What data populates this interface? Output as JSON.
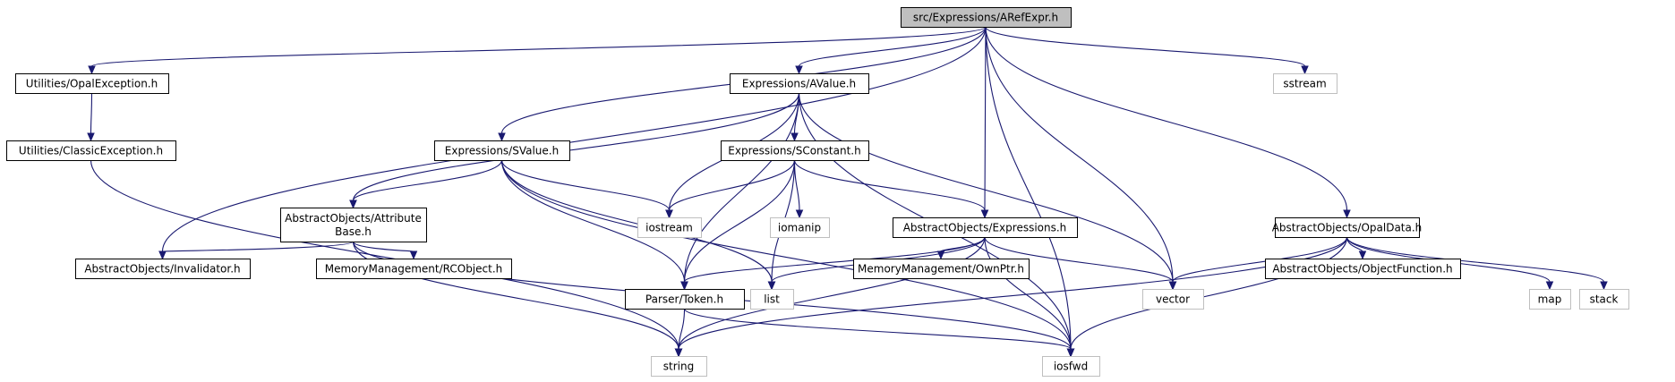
{
  "colors": {
    "edge": "#191970",
    "root_fill": "#bfbfbf",
    "node_border": "#000000",
    "system_border": "#bfbfbf"
  },
  "nodes": [
    {
      "id": "root",
      "kind": "root",
      "lines": [
        "src/Expressions/ARefExpr.h"
      ]
    },
    {
      "id": "opalexc",
      "kind": "local",
      "lines": [
        "Utilities/OpalException.h"
      ]
    },
    {
      "id": "classicexc",
      "kind": "local",
      "lines": [
        "Utilities/ClassicException.h"
      ]
    },
    {
      "id": "avalue",
      "kind": "local",
      "lines": [
        "Expressions/AValue.h"
      ]
    },
    {
      "id": "svalue",
      "kind": "local",
      "lines": [
        "Expressions/SValue.h"
      ]
    },
    {
      "id": "sconstant",
      "kind": "local",
      "lines": [
        "Expressions/SConstant.h"
      ]
    },
    {
      "id": "attrbase",
      "kind": "local",
      "lines": [
        "AbstractObjects/Attribute",
        "Base.h"
      ]
    },
    {
      "id": "invalidator",
      "kind": "local",
      "lines": [
        "AbstractObjects/Invalidator.h"
      ]
    },
    {
      "id": "rcobject",
      "kind": "local",
      "lines": [
        "MemoryManagement/RCObject.h"
      ]
    },
    {
      "id": "token",
      "kind": "local",
      "lines": [
        "Parser/Token.h"
      ]
    },
    {
      "id": "expressions",
      "kind": "local",
      "lines": [
        "AbstractObjects/Expressions.h"
      ]
    },
    {
      "id": "ownptr",
      "kind": "local",
      "lines": [
        "MemoryManagement/OwnPtr.h"
      ]
    },
    {
      "id": "opaldata",
      "kind": "local",
      "lines": [
        "AbstractObjects/OpalData.h"
      ]
    },
    {
      "id": "objfunc",
      "kind": "local",
      "lines": [
        "AbstractObjects/ObjectFunction.h"
      ]
    },
    {
      "id": "sstream",
      "kind": "system",
      "lines": [
        "sstream"
      ]
    },
    {
      "id": "iostream",
      "kind": "system",
      "lines": [
        "iostream"
      ]
    },
    {
      "id": "iomanip",
      "kind": "system",
      "lines": [
        "iomanip"
      ]
    },
    {
      "id": "list",
      "kind": "system",
      "lines": [
        "list"
      ]
    },
    {
      "id": "vector",
      "kind": "system",
      "lines": [
        "vector"
      ]
    },
    {
      "id": "map",
      "kind": "system",
      "lines": [
        "map"
      ]
    },
    {
      "id": "stack",
      "kind": "system",
      "lines": [
        "stack"
      ]
    },
    {
      "id": "string",
      "kind": "system",
      "lines": [
        "string"
      ]
    },
    {
      "id": "iosfwd",
      "kind": "system",
      "lines": [
        "iosfwd"
      ]
    }
  ],
  "edges": [
    [
      "root",
      "opalexc"
    ],
    [
      "root",
      "invalidator"
    ],
    [
      "root",
      "svalue"
    ],
    [
      "root",
      "avalue"
    ],
    [
      "root",
      "expressions"
    ],
    [
      "root",
      "vector"
    ],
    [
      "root",
      "sstream"
    ],
    [
      "root",
      "opaldata"
    ],
    [
      "root",
      "iosfwd"
    ],
    [
      "opalexc",
      "classicexc"
    ],
    [
      "classicexc",
      "string"
    ],
    [
      "avalue",
      "attrbase"
    ],
    [
      "avalue",
      "token"
    ],
    [
      "avalue",
      "iostream"
    ],
    [
      "avalue",
      "sconstant"
    ],
    [
      "avalue",
      "iosfwd"
    ],
    [
      "avalue",
      "vector"
    ],
    [
      "svalue",
      "attrbase"
    ],
    [
      "svalue",
      "iostream"
    ],
    [
      "svalue",
      "token"
    ],
    [
      "svalue",
      "list"
    ],
    [
      "svalue",
      "iosfwd"
    ],
    [
      "sconstant",
      "iostream"
    ],
    [
      "sconstant",
      "iomanip"
    ],
    [
      "sconstant",
      "token"
    ],
    [
      "sconstant",
      "list"
    ],
    [
      "sconstant",
      "expressions"
    ],
    [
      "attrbase",
      "invalidator"
    ],
    [
      "attrbase",
      "rcobject"
    ],
    [
      "attrbase",
      "string"
    ],
    [
      "attrbase",
      "iosfwd"
    ],
    [
      "expressions",
      "token"
    ],
    [
      "expressions",
      "list"
    ],
    [
      "expressions",
      "ownptr"
    ],
    [
      "expressions",
      "vector"
    ],
    [
      "expressions",
      "string"
    ],
    [
      "expressions",
      "iosfwd"
    ],
    [
      "token",
      "string"
    ],
    [
      "token",
      "iosfwd"
    ],
    [
      "opaldata",
      "vector"
    ],
    [
      "opaldata",
      "objfunc"
    ],
    [
      "opaldata",
      "map"
    ],
    [
      "opaldata",
      "stack"
    ],
    [
      "opaldata",
      "string"
    ],
    [
      "opaldata",
      "iosfwd"
    ]
  ]
}
